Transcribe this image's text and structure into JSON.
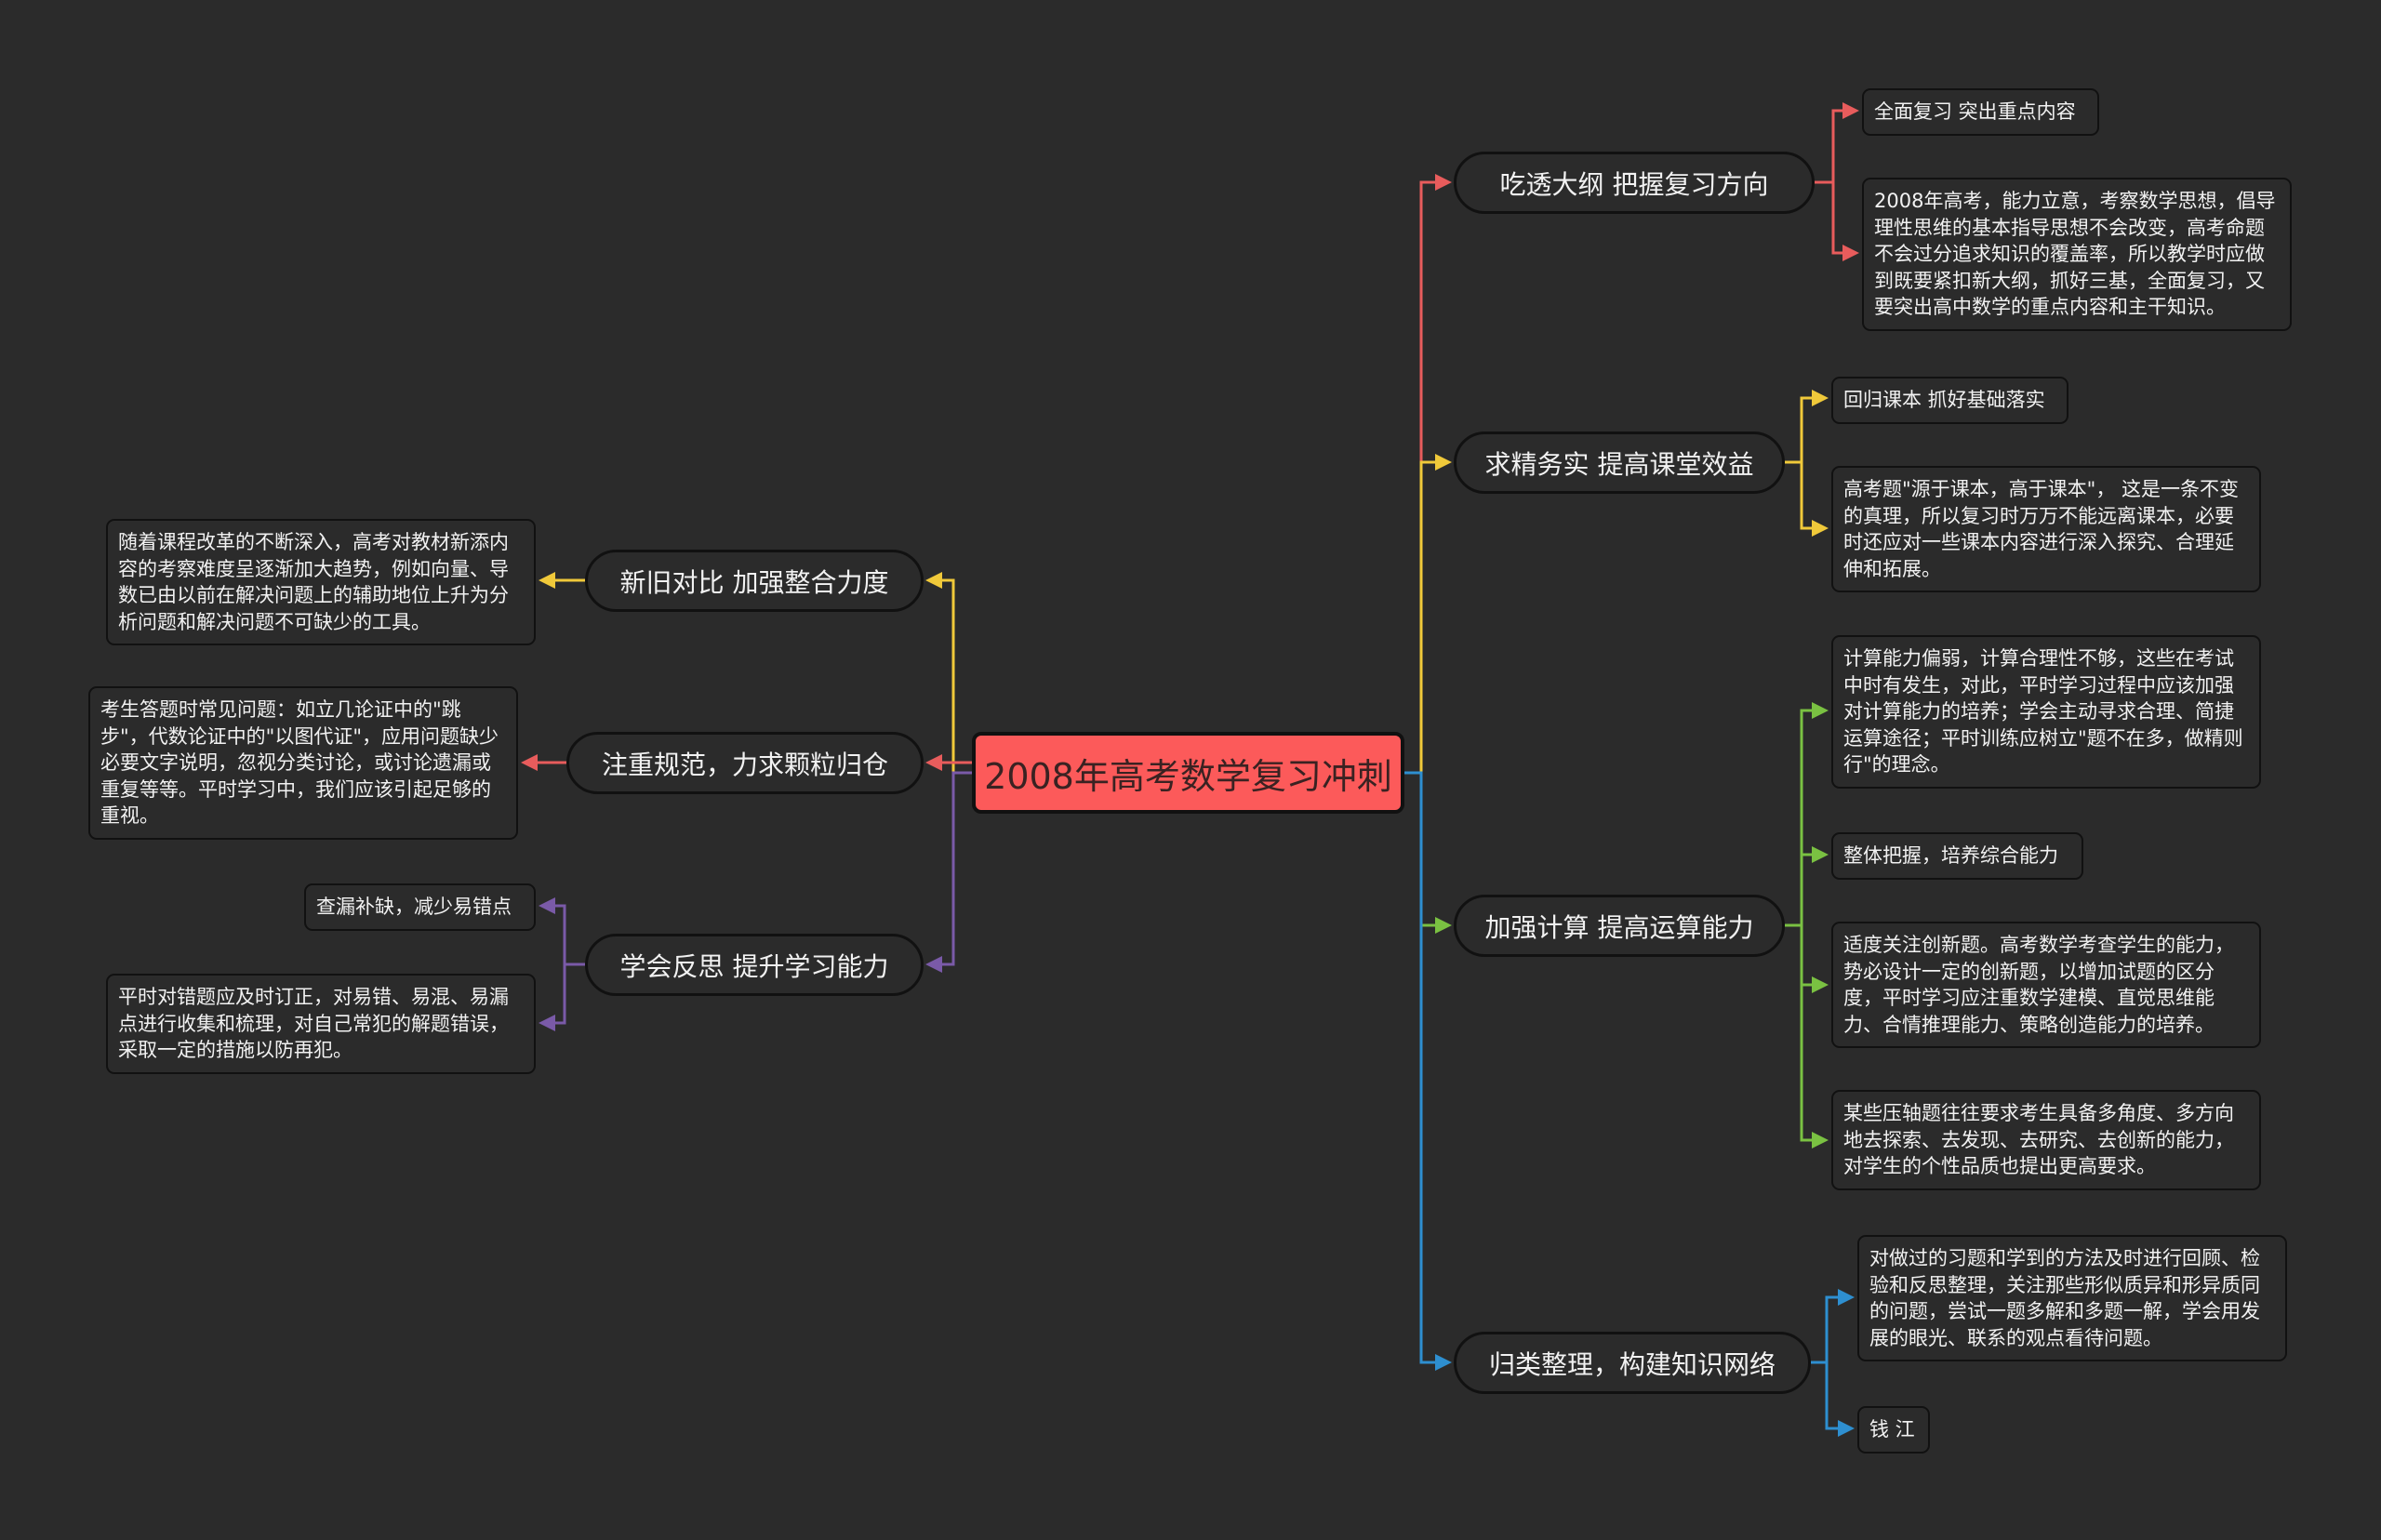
{
  "root": {
    "label": "2008年高考数学复习冲刺",
    "color": "#fc5a5a"
  },
  "branches": [
    {
      "label": "吃透大纲 把握复习方向",
      "color": "#e85c5c",
      "children": [
        "全面复习 突出重点内容",
        "2008年高考，能力立意，考察数学思想，倡导理性思维的基本指导思想不会改变，高考命题不会过分追求知识的覆盖率，所以教学时应做到既要紧扣新大纲，抓好三基，全面复习，又要突出高中数学的重点内容和主干知识。"
      ]
    },
    {
      "label": "求精务实 提高课堂效益",
      "color": "#f0c93a",
      "children": [
        "回归课本 抓好基础落实",
        "高考题\"源于课本，高于课本\"， 这是一条不变的真理，所以复习时万万不能远离课本，必要时还应对一些课本内容进行深入探究、合理延伸和拓展。"
      ]
    },
    {
      "label": "加强计算 提高运算能力",
      "color": "#7ac142",
      "children": [
        "计算能力偏弱，计算合理性不够，这些在考试中时有发生，对此，平时学习过程中应该加强对计算能力的培养；学会主动寻求合理、简捷运算途径；平时训练应树立\"题不在多，做精则行\"的理念。",
        "整体把握，培养综合能力",
        "适度关注创新题。高考数学考查学生的能力，势必设计一定的创新题，以增加试题的区分度，平时学习应注重数学建模、直觉思维能力、合情推理能力、策略创造能力的培养。",
        "某些压轴题往往要求考生具备多角度、多方向地去探索、去发现、去研究、去创新的能力，对学生的个性品质也提出更高要求。"
      ]
    },
    {
      "label": "归类整理，构建知识网络",
      "color": "#2e8fd0",
      "children": [
        "对做过的习题和学到的方法及时进行回顾、检验和反思整理，关注那些形似质异和形异质同的问题，尝试一题多解和多题一解，学会用发展的眼光、联系的观点看待问题。",
        "钱 江"
      ]
    },
    {
      "label": "新旧对比 加强整合力度",
      "color": "#f0c93a",
      "children": [
        "随着课程改革的不断深入，高考对教材新添内容的考察难度呈逐渐加大趋势，例如向量、导数已由以前在解决问题上的辅助地位上升为分析问题和解决问题不可缺少的工具。"
      ]
    },
    {
      "label": "注重规范，力求颗粒归仓",
      "color": "#e85c5c",
      "children": [
        "考生答题时常见问题：如立几论证中的\"跳步\"，代数论证中的\"以图代证\"，应用问题缺少必要文字说明，忽视分类讨论，或讨论遗漏或重复等等。平时学习中，我们应该引起足够的重视。"
      ]
    },
    {
      "label": "学会反思 提升学习能力",
      "color": "#7a5aa8",
      "children": [
        "查漏补缺，减少易错点",
        "平时对错题应及时订正，对易错、易混、易漏点进行收集和梳理，对自己常犯的解题错误，采取一定的措施以防再犯。"
      ]
    }
  ]
}
